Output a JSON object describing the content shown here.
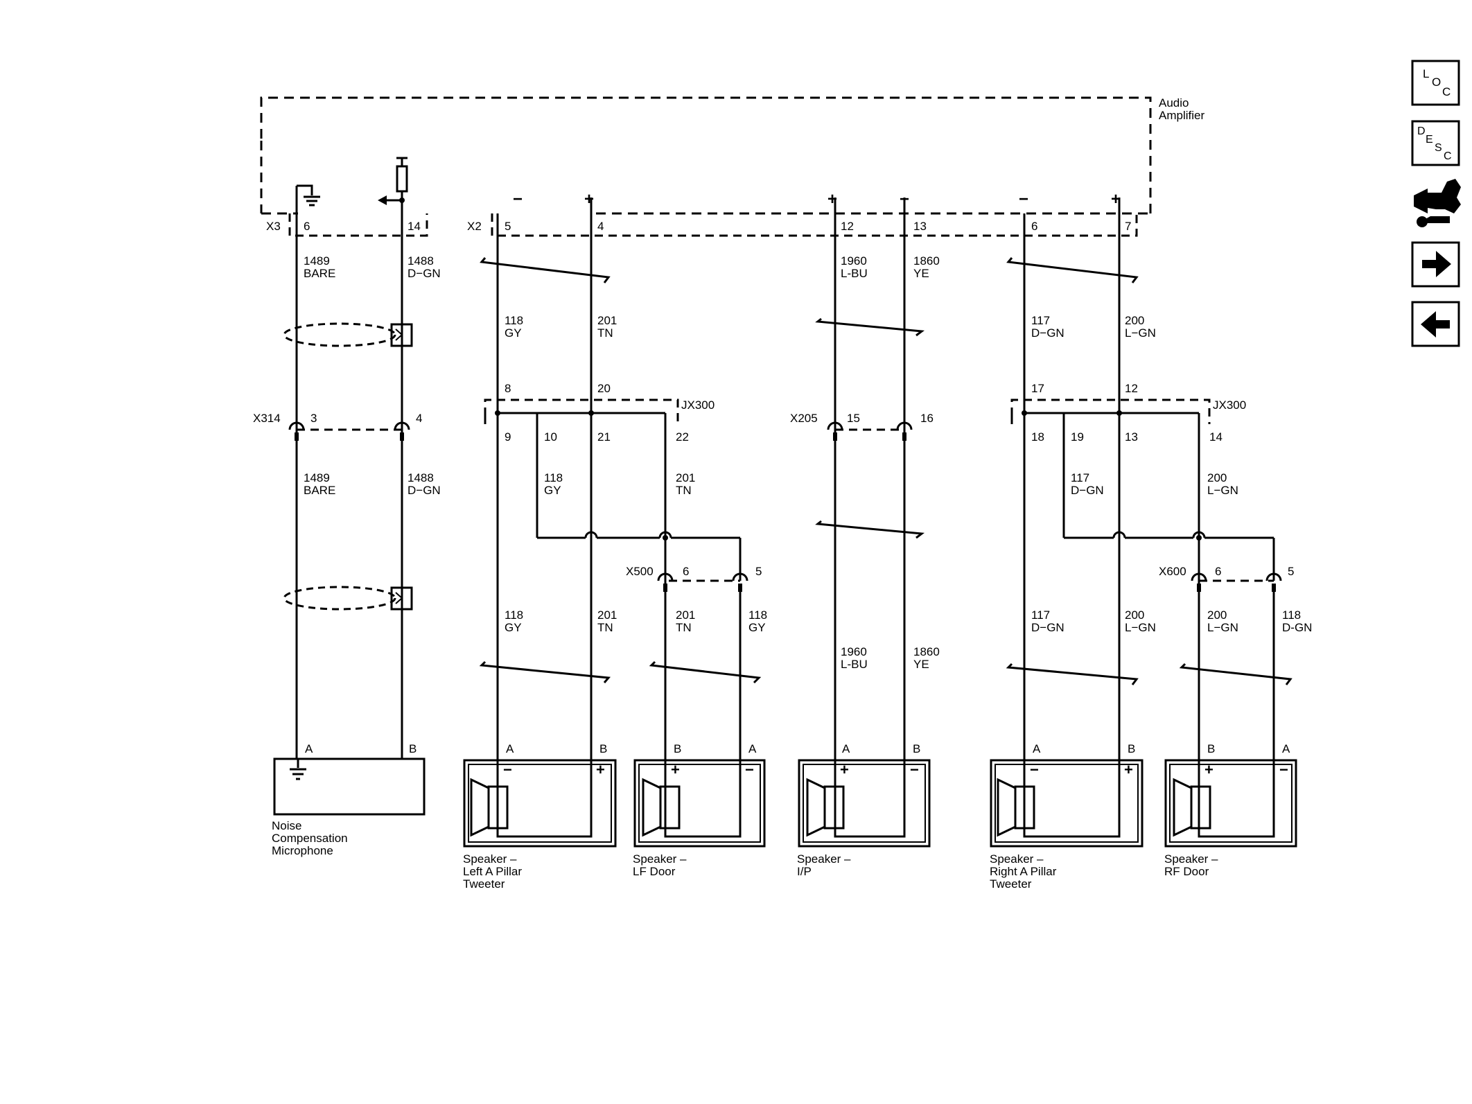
{
  "amplifier": {
    "label_line1": "Audio",
    "label_line2": "Amplifier"
  },
  "connectors": {
    "x3": "X3",
    "x2": "X2",
    "x314": "X314",
    "jx300": "JX300",
    "x205": "X205",
    "x500": "X500",
    "x600": "X600"
  },
  "pins": {
    "x3_6": "6",
    "x3_14": "14",
    "x2_5": "5",
    "x2_4": "4",
    "x2_12": "12",
    "x2_13": "13",
    "x2_6": "6",
    "x2_7": "7",
    "x314_3": "3",
    "x314_4": "4",
    "jxl_8": "8",
    "jxl_20": "20",
    "jxl_9": "9",
    "jxl_10": "10",
    "jxl_21": "21",
    "jxl_22": "22",
    "x205_15": "15",
    "x205_16": "16",
    "jxr_17": "17",
    "jxr_12": "12",
    "jxr_18": "18",
    "jxr_19": "19",
    "jxr_13": "13",
    "jxr_14": "14",
    "x500_6": "6",
    "x500_5": "5",
    "x600_6": "6",
    "x600_5": "5",
    "mic_a": "A",
    "mic_b": "B",
    "lap_a": "A",
    "lap_b": "B",
    "lf_b": "B",
    "lf_a": "A",
    "ip_a": "A",
    "ip_b": "B",
    "rap_a": "A",
    "rap_b": "B",
    "rf_b": "B",
    "rf_a": "A"
  },
  "polarity": {
    "minus": "−",
    "plus": "+"
  },
  "wires": {
    "w1489": "1489",
    "bare": "BARE",
    "w1488": "1488",
    "dgn": "D−GN",
    "w118": "118",
    "gy": "GY",
    "w201": "201",
    "tn": "TN",
    "w1960": "1960",
    "lbu": "L-BU",
    "w1860": "1860",
    "ye": "YE",
    "w117": "117",
    "dgn2": "D−GN",
    "w200": "200",
    "lgn": "L−GN",
    "dgn_b": "D-GN"
  },
  "components": {
    "mic": [
      "Noise",
      "Compensation",
      "Microphone"
    ],
    "left_tweeter": [
      "Speaker –",
      "Left A Pillar",
      "Tweeter"
    ],
    "lf_door": [
      "Speaker –",
      "LF Door"
    ],
    "ip": [
      "Speaker –",
      "I/P"
    ],
    "right_tweeter": [
      "Speaker –",
      "Right A Pillar",
      "Tweeter"
    ],
    "rf_door": [
      "Speaker –",
      "RF Door"
    ]
  },
  "nav": {
    "loc": [
      "L",
      "O",
      "C"
    ],
    "desc": [
      "D",
      "E",
      "S",
      "C"
    ]
  }
}
